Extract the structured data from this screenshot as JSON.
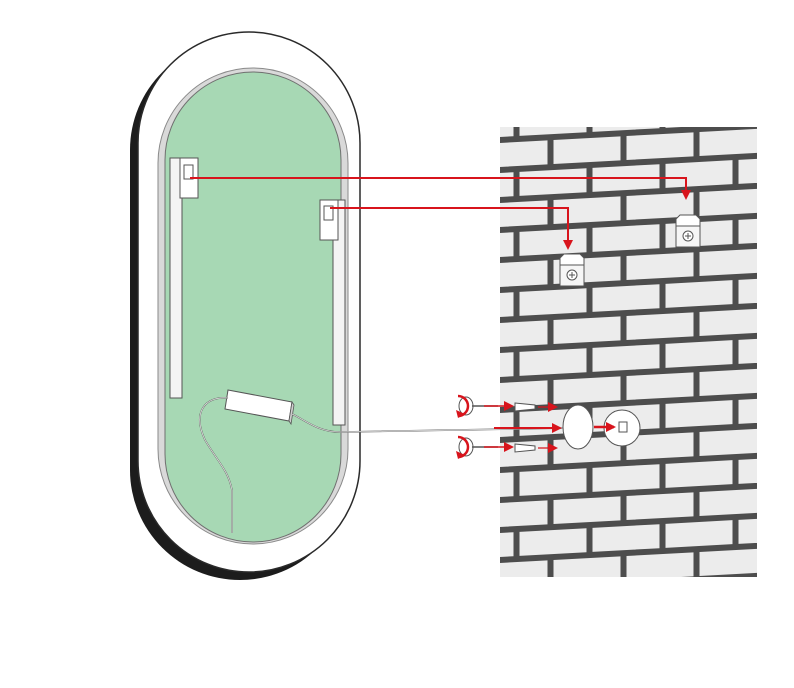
{
  "colors": {
    "background": "#ffffff",
    "mirror_back_shadow": "#1c1c1c",
    "mirror_frame": "#ffffff",
    "mirror_bevel": "#d9d9d9",
    "mirror_glass": "#a7d8b4",
    "bracket_fill": "#ffffff",
    "bracket_stroke": "#555555",
    "brick_face": "#ececec",
    "mortar": "#4d4d4d",
    "arrow_red": "#d8141c",
    "cable": "#6b6b6b",
    "driver_box": "#ffffff"
  },
  "components": {
    "mirror": "oval-led-mirror",
    "wall": "brick-wall",
    "brackets": [
      "left-hanging-bracket",
      "right-hanging-bracket"
    ],
    "wall_hooks": [
      "left-wall-hook",
      "right-wall-hook"
    ],
    "power_driver": "led-driver-box",
    "fixings": [
      "screw-top",
      "screw-bottom",
      "wall-plug-top",
      "wall-plug-bottom"
    ],
    "junction": "cable-junction-cover"
  },
  "icons": [
    "rotate-clockwise-icon",
    "rotate-clockwise-icon",
    "screw-icon",
    "wall-plug-icon"
  ]
}
